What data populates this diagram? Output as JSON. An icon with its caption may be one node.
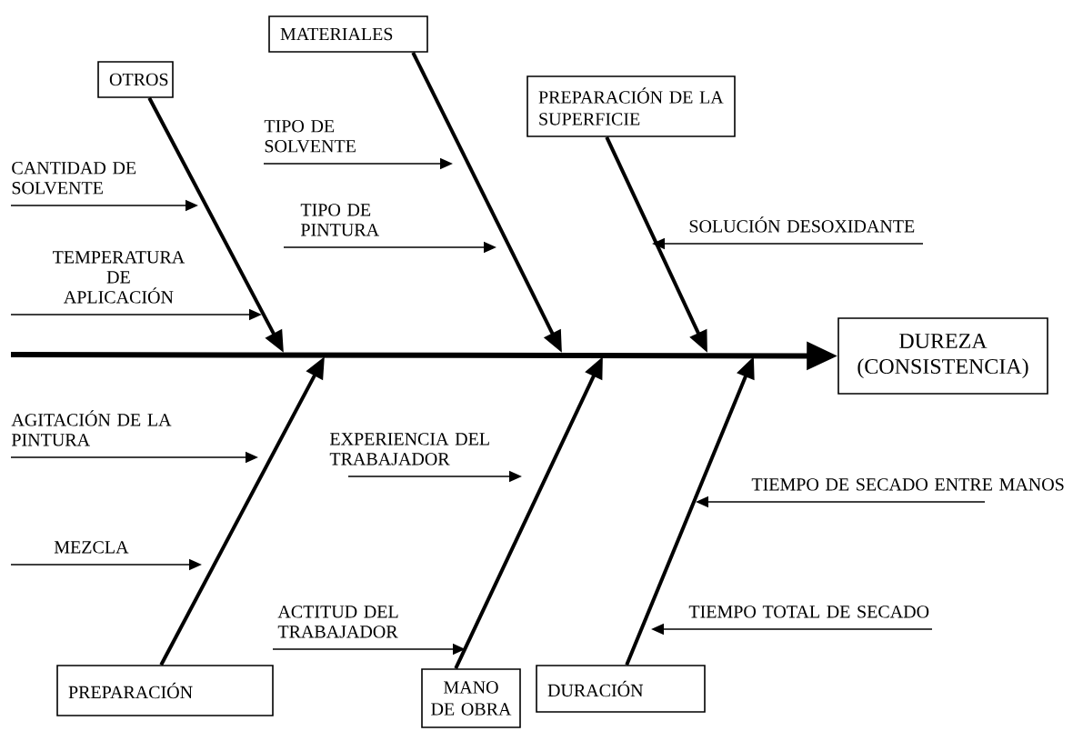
{
  "diagram": {
    "nodes": [
      {
        "text": [
          "OTROS"
        ]
      },
      {
        "text": [
          "MATERIALES"
        ]
      },
      {
        "text": [
          "PREPARACIÓN DE LA SUPERFICIE"
        ]
      },
      {
        "text": [
          "DUREZA (CONSISTENCIA)"
        ]
      },
      {
        "text": [
          "CANTIDAD DE SOLVENTE"
        ]
      },
      {
        "text": [
          "TIPO DE SOLVENTE"
        ]
      },
      {
        "text": [
          "SOLUCIÓN DESOXIDANTE"
        ]
      },
      {
        "text": [
          "TEMPERATURA DE APLICACIÓN"
        ]
      },
      {
        "text": [
          "TIPO DE PINTURA"
        ]
      },
      {
        "text": [
          "AGITACIÓN DE LA PINTURA"
        ]
      },
      {
        "text": [
          "EXPERIENCIA DEL TRABAJADOR"
        ]
      },
      {
        "text": [
          "TIEMPO DE SECADO ENTRE MANOS"
        ]
      },
      {
        "text": [
          "MEZCLA"
        ]
      },
      {
        "text": [
          "ACTITUD DEL TRABAJADOR"
        ]
      },
      {
        "text": [
          "TIEMPO TOTAL DE SECADO"
        ]
      },
      {
        "text": [
          "PREPARACIÓN"
        ]
      },
      {
        "text": [
          "MANO DE OBRA"
        ]
      },
      {
        "text": [
          "DURACIÓN"
        ]
      }
    ],
    "edges": [
      {
        "from": null,
        "to": 3,
        "arrow": "to",
        "style": "thick"
      },
      {
        "from": 0,
        "to": null,
        "arrow": "to",
        "style": "thick"
      },
      {
        "from": 1,
        "to": null,
        "arrow": "to",
        "style": "thick"
      },
      {
        "from": 2,
        "to": null,
        "arrow": "to",
        "style": "thick"
      },
      {
        "from": 15,
        "to": null,
        "arrow": "to",
        "style": "thick"
      },
      {
        "from": 16,
        "to": null,
        "arrow": "to",
        "style": "thick"
      },
      {
        "from": 17,
        "to": null,
        "arrow": "to",
        "style": "thick"
      },
      {
        "from": 4,
        "to": null,
        "arrow": "to"
      },
      {
        "from": 5,
        "to": null,
        "arrow": "to"
      },
      {
        "from": 6,
        "to": null,
        "arrow": "to"
      },
      {
        "from": 7,
        "to": null,
        "arrow": "to"
      },
      {
        "from": 8,
        "to": null,
        "arrow": "to"
      },
      {
        "from": 9,
        "to": null,
        "arrow": "to"
      },
      {
        "from": 10,
        "to": null,
        "arrow": "to"
      },
      {
        "from": 11,
        "to": null,
        "arrow": "to"
      },
      {
        "from": 12,
        "to": null,
        "arrow": "to"
      },
      {
        "from": 13,
        "to": null,
        "arrow": "to"
      },
      {
        "from": 14,
        "to": null,
        "arrow": "to"
      }
    ]
  }
}
